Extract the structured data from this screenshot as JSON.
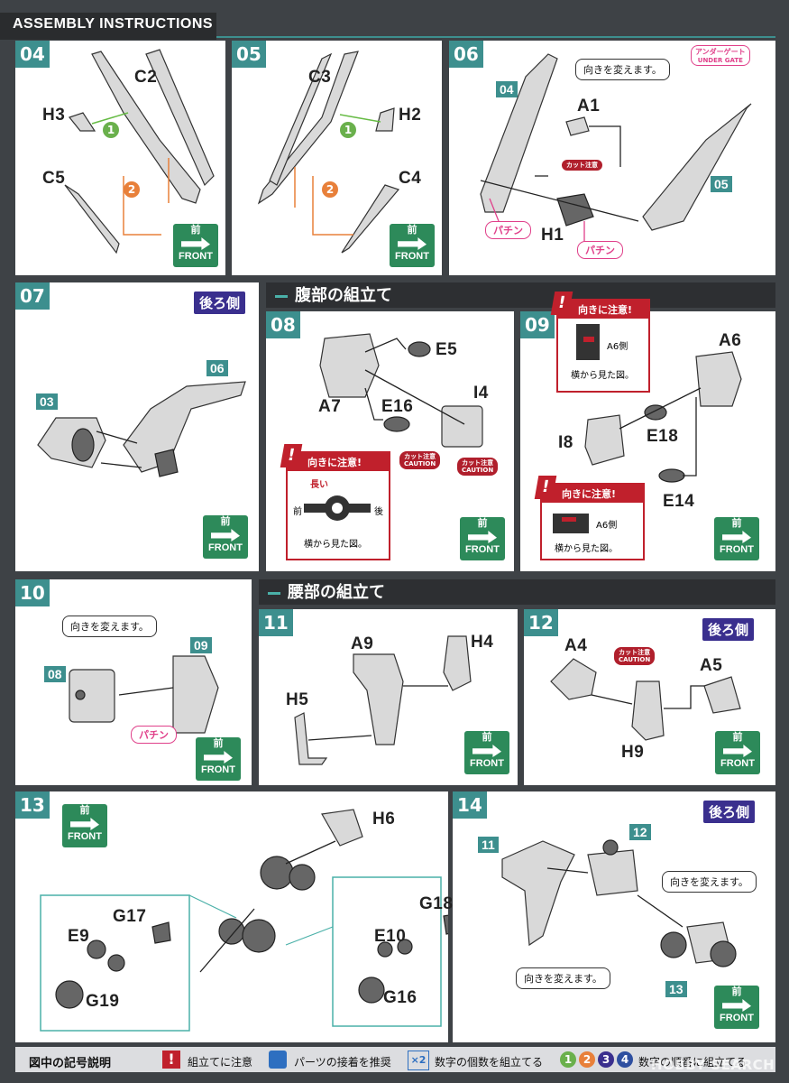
{
  "header": {
    "title": "ASSEMBLY INSTRUCTIONS"
  },
  "common": {
    "front_jp": "前",
    "front_en": "FRONT",
    "back_side": "後ろ側",
    "turn": "向きを変えます。",
    "pachin": "パチン",
    "cut_jp": "カット注意",
    "cut_en": "CAUTION",
    "caution_title": "向きに注意!",
    "side_view": "横から見た図。"
  },
  "step04": {
    "num": "04",
    "parts": [
      "C2",
      "H3",
      "C5"
    ],
    "circles": [
      "1",
      "2"
    ]
  },
  "step05": {
    "num": "05",
    "parts": [
      "C3",
      "H2",
      "C4"
    ],
    "circles": [
      "1",
      "2"
    ]
  },
  "step06": {
    "num": "06",
    "refs": [
      "04",
      "05"
    ],
    "parts": [
      "A1",
      "H1"
    ],
    "under_gate": "アンダーゲート",
    "under_gate_en": "UNDER GATE"
  },
  "step07": {
    "num": "07",
    "refs": [
      "06",
      "03"
    ]
  },
  "section_waist1": {
    "title": "腹部の組立て"
  },
  "step08": {
    "num": "08",
    "parts": [
      "E5",
      "A7",
      "E16",
      "I4"
    ],
    "long_label": "長い",
    "front_label": "前",
    "back_label": "後"
  },
  "step09": {
    "num": "09",
    "parts": [
      "A6",
      "I8",
      "E18",
      "E14"
    ],
    "a6_side": "A6側"
  },
  "section_waist2": {
    "title": "腰部の組立て"
  },
  "step10": {
    "num": "10",
    "refs": [
      "08",
      "09"
    ]
  },
  "step11": {
    "num": "11",
    "parts": [
      "A9",
      "H4",
      "H5"
    ]
  },
  "step12": {
    "num": "12",
    "parts": [
      "A4",
      "A5",
      "H9"
    ]
  },
  "step13": {
    "num": "13",
    "parts": [
      "H6",
      "E9",
      "G17",
      "G19",
      "G18",
      "E10",
      "G16"
    ]
  },
  "step14": {
    "num": "14",
    "refs": [
      "11",
      "12",
      "13"
    ]
  },
  "legend": {
    "title": "図中の記号説明",
    "items": [
      "組立てに注意",
      "パーツの接着を推奨",
      "数字の個数を組立てる",
      "数字の順番に組立てる"
    ],
    "x2": "×2",
    "numbers": [
      "1",
      "2",
      "3",
      "4"
    ],
    "number_colors": [
      "#6ab04c",
      "#e8803a",
      "#3a2f8e",
      "#2e4fa0"
    ]
  },
  "watermark": "HOBBY SEARCH"
}
